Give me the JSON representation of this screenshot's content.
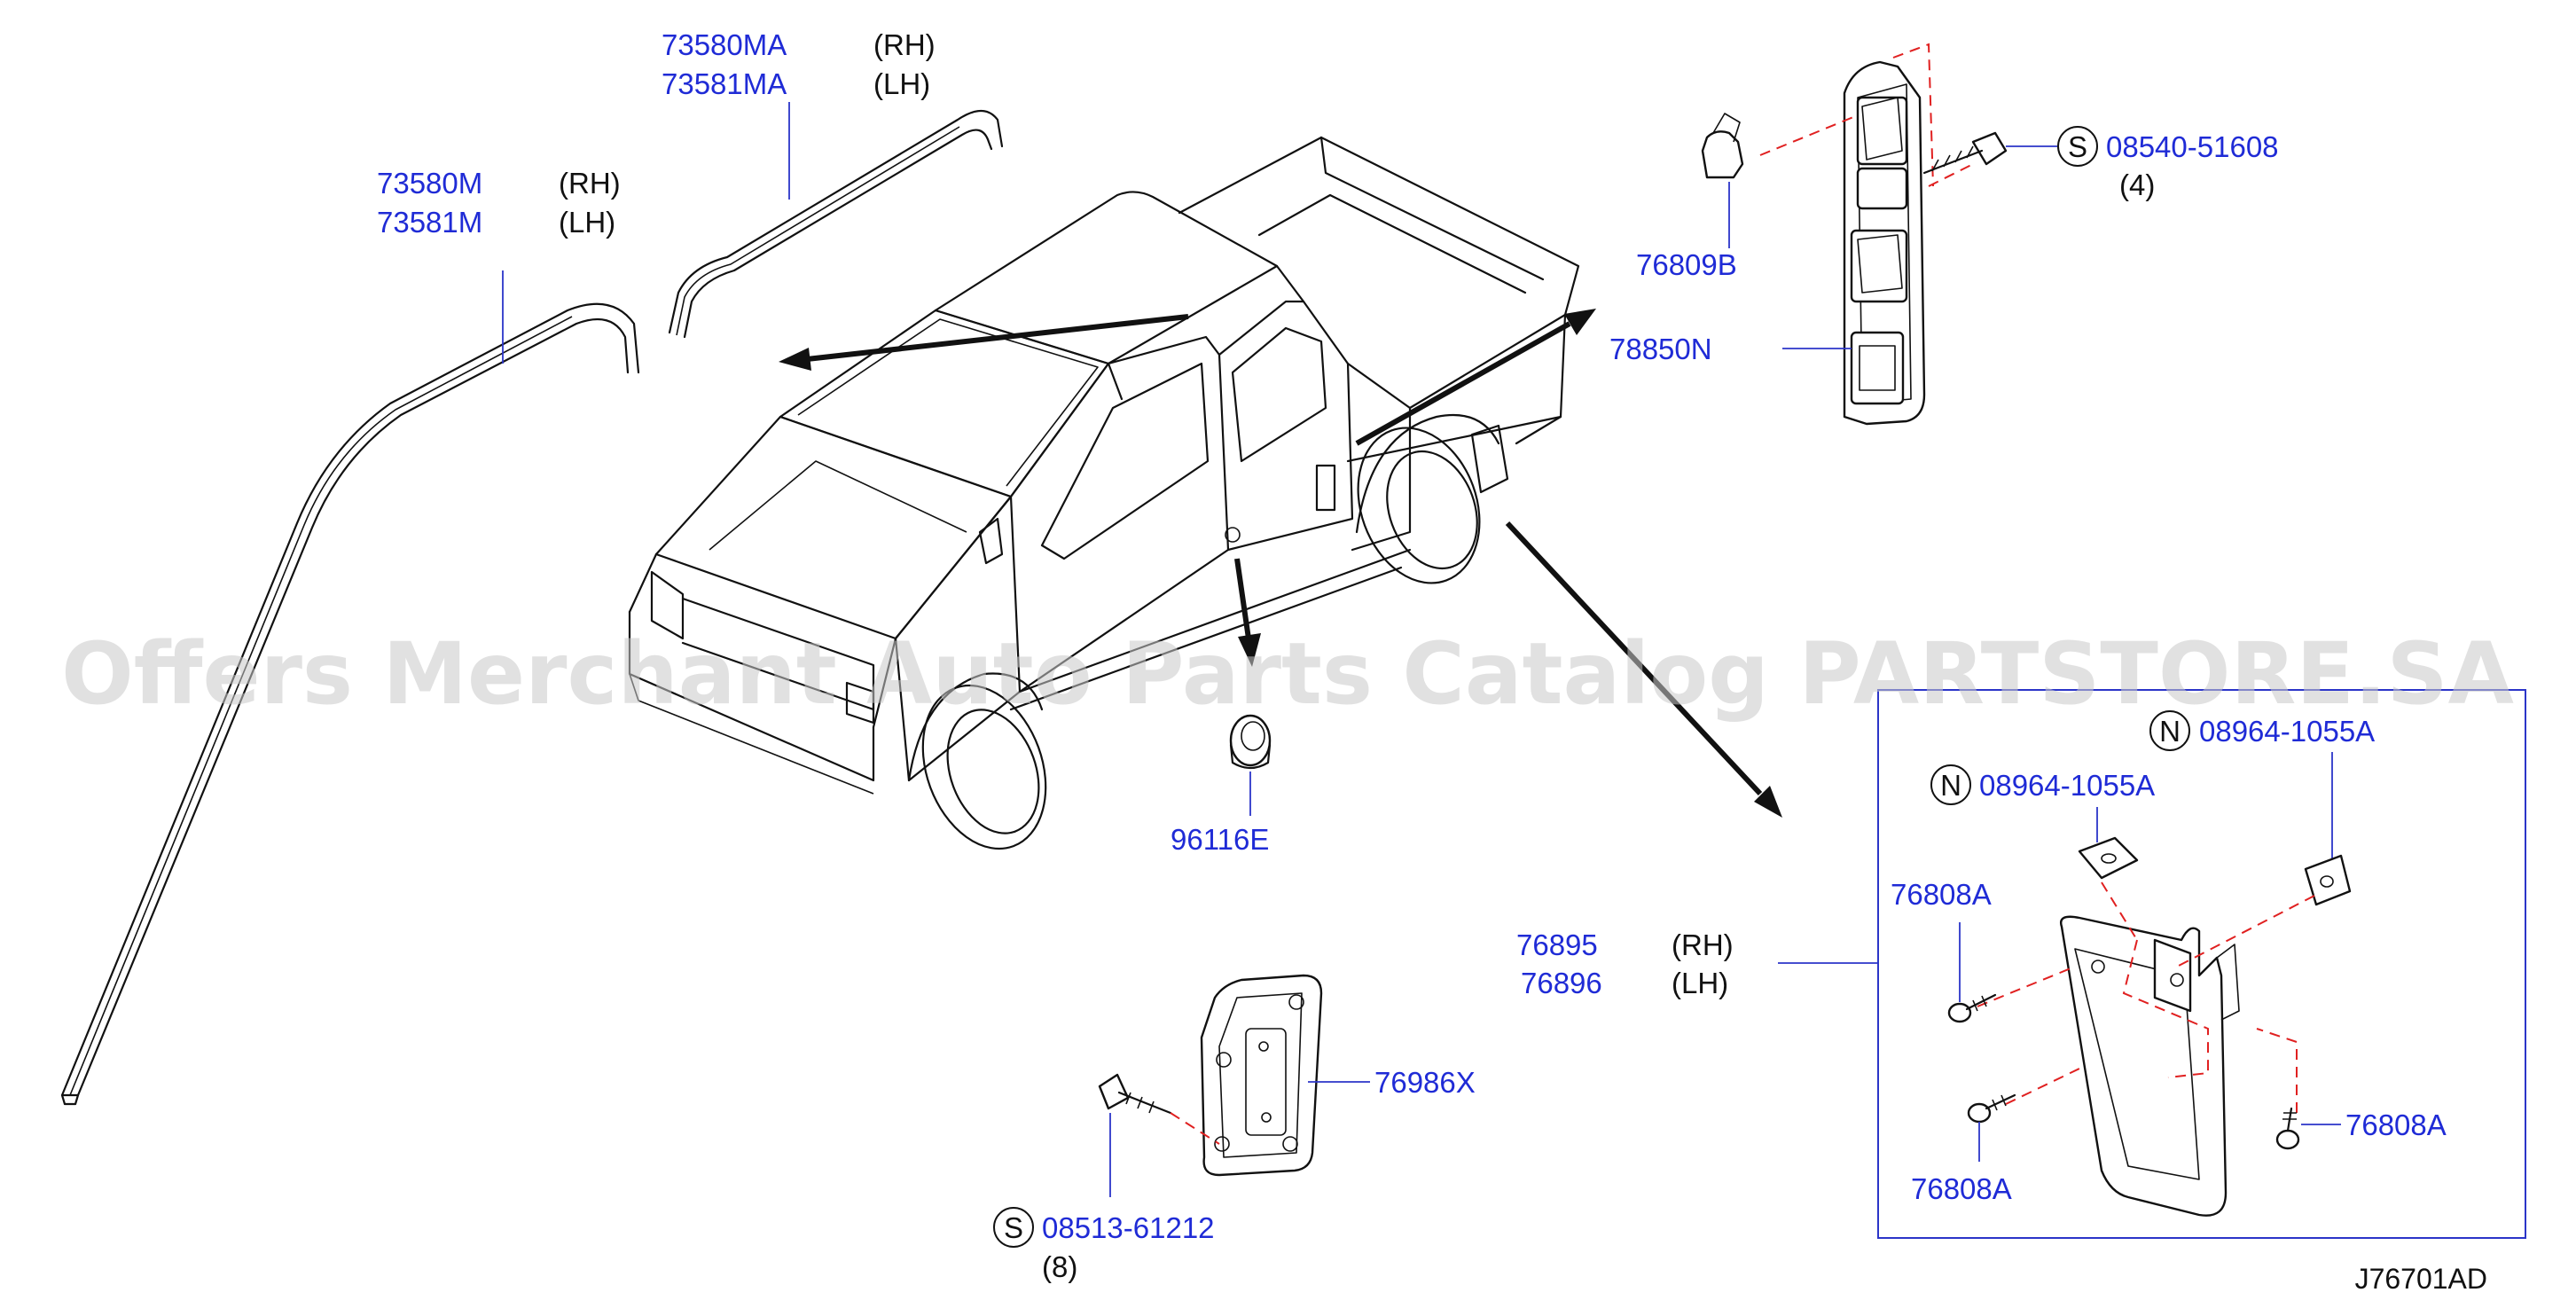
{
  "watermark": "Offers Merchant Auto Parts Catalog PARTSTORE.SA",
  "diagram_id": "J76701AD",
  "parts": {
    "p73580MA": "73580MA",
    "p73581MA": "73581MA",
    "p73580M": "73580M",
    "p73581M": "73581M",
    "p76809B": "76809B",
    "p78850N": "78850N",
    "p08540": "08540-51608",
    "p08540_qty": "(4)",
    "p96116E": "96116E",
    "p76986X": "76986X",
    "p08513": "08513-61212",
    "p08513_qty": "(8)",
    "p76895": "76895",
    "p76896": "76896",
    "p08964_a": "08964-1055A",
    "p08964_b": "08964-1055A",
    "p76808A_1": "76808A",
    "p76808A_2": "76808A",
    "p76808A_3": "76808A"
  },
  "sides": {
    "rh": "(RH)",
    "lh": "(LH)"
  },
  "symbols": {
    "s": "S",
    "n": "N"
  }
}
